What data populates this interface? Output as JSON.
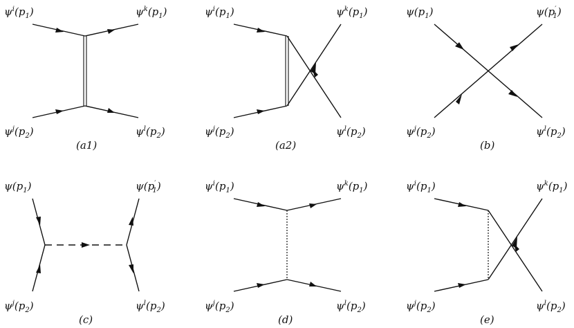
{
  "diagrams": [
    {
      "id": "a1",
      "caption": "(a1)",
      "labels": {
        "top_left": "ψi(p1)",
        "top_right": "ψk(p1)",
        "bottom_left": "ψj(p2)",
        "bottom_right": "ψl(p2)"
      },
      "propagator": "double-line",
      "crossed": false
    },
    {
      "id": "a2",
      "caption": "(a2)",
      "labels": {
        "top_left": "ψi(p1)",
        "top_right": "ψk(p1)",
        "bottom_left": "ψj(p2)",
        "bottom_right": "ψl(p2)"
      },
      "propagator": "double-line",
      "crossed": true
    },
    {
      "id": "b",
      "caption": "(b)",
      "labels": {
        "top_left": "ψ(p1)",
        "top_right": "ψ(p1′)",
        "bottom_left": "ψj(p2)",
        "bottom_right": "ψl(p2)"
      },
      "propagator": "contact",
      "crossed": false
    },
    {
      "id": "c",
      "caption": "(c)",
      "labels": {
        "top_left": "ψ(p1)",
        "top_right": "ψ(p1′)",
        "bottom_left": "ψj(p2)",
        "bottom_right": "ψl(p2)"
      },
      "propagator": "dashed",
      "crossed": false
    },
    {
      "id": "d",
      "caption": "(d)",
      "labels": {
        "top_left": "ψi(p1)",
        "top_right": "ψk(p1)",
        "bottom_left": "ψj(p2)",
        "bottom_right": "ψl(p2)"
      },
      "propagator": "dotted",
      "crossed": false
    },
    {
      "id": "e",
      "caption": "(e)",
      "labels": {
        "top_left": "ψi(p1)",
        "top_right": "ψk(p1)",
        "bottom_left": "ψj(p2)",
        "bottom_right": "ψl(p2)"
      },
      "propagator": "dotted",
      "crossed": true
    }
  ]
}
